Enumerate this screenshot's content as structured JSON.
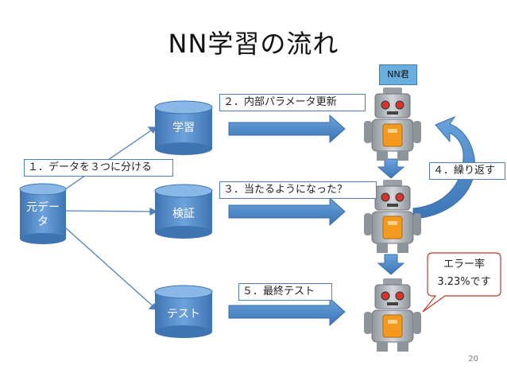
{
  "title": "NN学習の流れ",
  "cylinders": {
    "source": "元デー\nタ",
    "train": "学習",
    "validate": "検証",
    "test": "テスト"
  },
  "steps": {
    "step1": "１．データを３つに分ける",
    "step2": "２．内部パラメータ更新",
    "step3": "３．当たるようになった？",
    "step4": "４．繰り返す",
    "step5": "５．最終テスト"
  },
  "nn_label": "NN君",
  "callout": {
    "line1": "エラー率",
    "line2": "3.23%です"
  },
  "page_number": "20",
  "colors": {
    "accent": "#4f81bd",
    "arrow_fill": "#4a86c8",
    "robot_body": "#b8bcc2",
    "robot_chest": "#f39a1e",
    "robot_eye": "#d9342b"
  }
}
